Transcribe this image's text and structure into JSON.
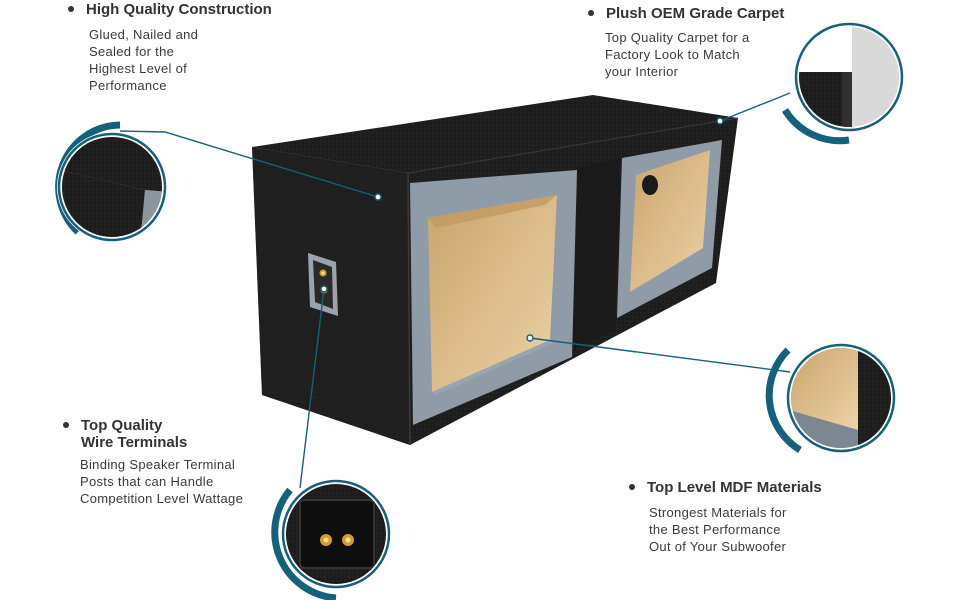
{
  "features": {
    "construction": {
      "title": "High Quality Construction",
      "desc": [
        "Glued, Nailed and",
        "Sealed for the",
        "Highest Level of",
        "Performance"
      ]
    },
    "carpet": {
      "title": "Plush OEM Grade Carpet",
      "desc": [
        "Top Quality Carpet for a",
        "Factory Look to Match",
        "your Interior"
      ]
    },
    "terminals": {
      "title_lines": [
        "Top Quality",
        "Wire Terminals"
      ],
      "desc": [
        "Binding Speaker Terminal",
        "Posts that can Handle",
        "Competition Level Wattage"
      ]
    },
    "mdf": {
      "title": "Top Level MDF Materials",
      "desc": [
        "Strongest Materials for",
        "the Best Performance",
        "Out of  Your Subwoofer"
      ]
    }
  },
  "colors": {
    "accent": "#15607a",
    "carpet": "#1f1f1f",
    "trim": "#8e9aa6",
    "mdf": "#e2c392"
  },
  "icons": {
    "bullet": "bullet-dot-icon"
  }
}
